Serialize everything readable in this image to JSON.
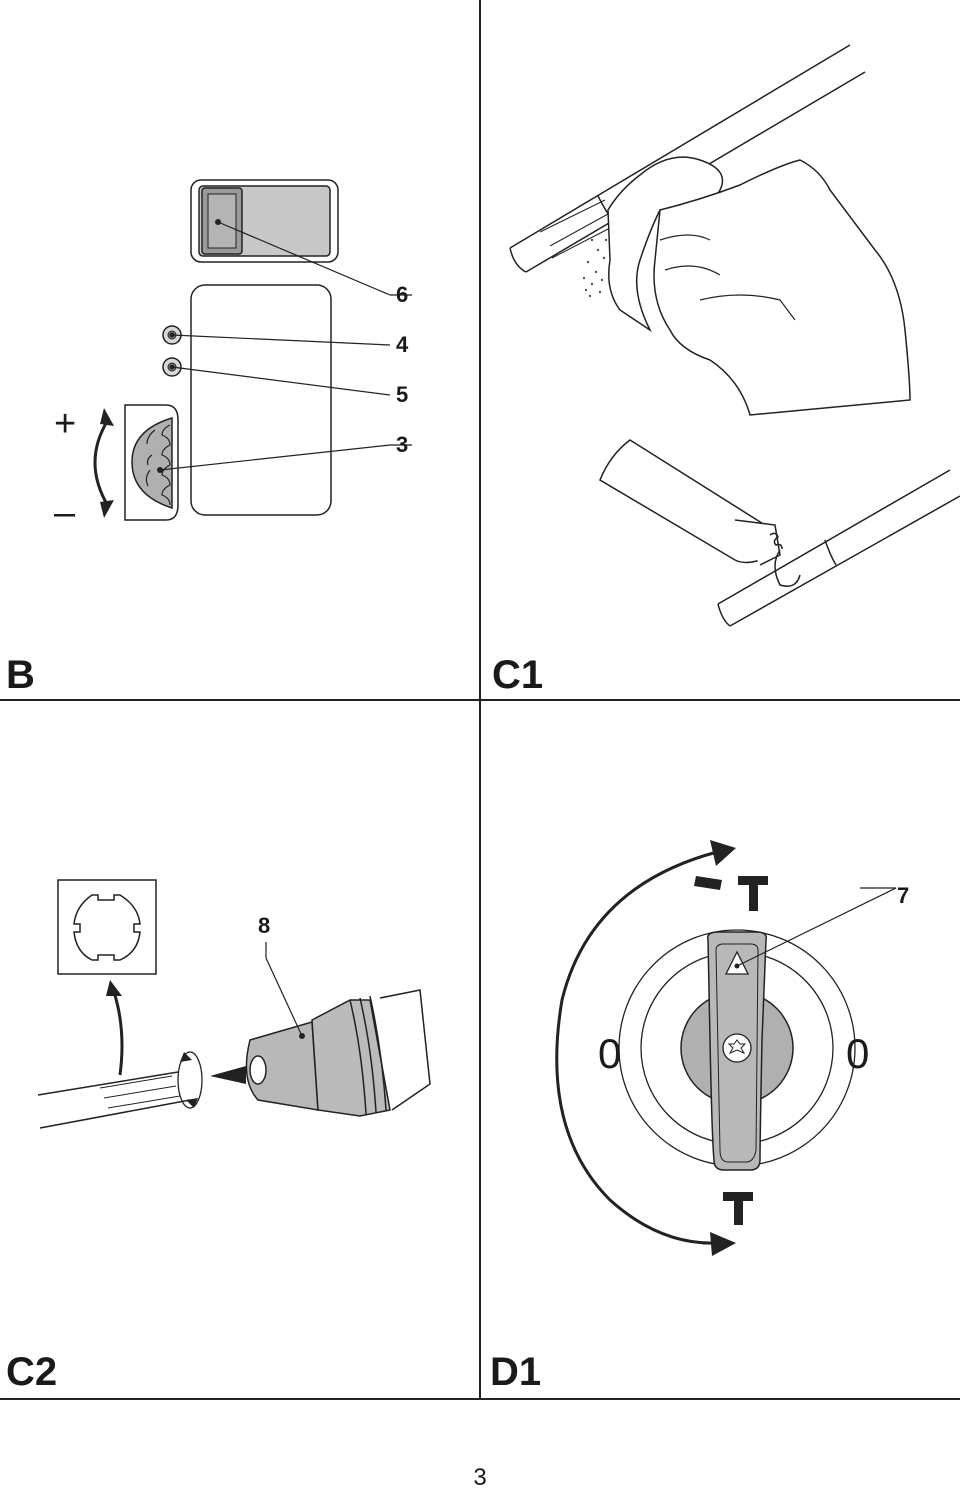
{
  "panels": {
    "b": {
      "label": "B",
      "callouts": [
        "6",
        "4",
        "5",
        "3"
      ],
      "plus_sign": "+",
      "minus_sign": "–"
    },
    "c1": {
      "label": "C1"
    },
    "c2": {
      "label": "C2",
      "callout": "8"
    },
    "d1": {
      "label": "D1",
      "callout": "7",
      "left_zero": "0",
      "right_zero": "0"
    }
  },
  "page_number": "3"
}
